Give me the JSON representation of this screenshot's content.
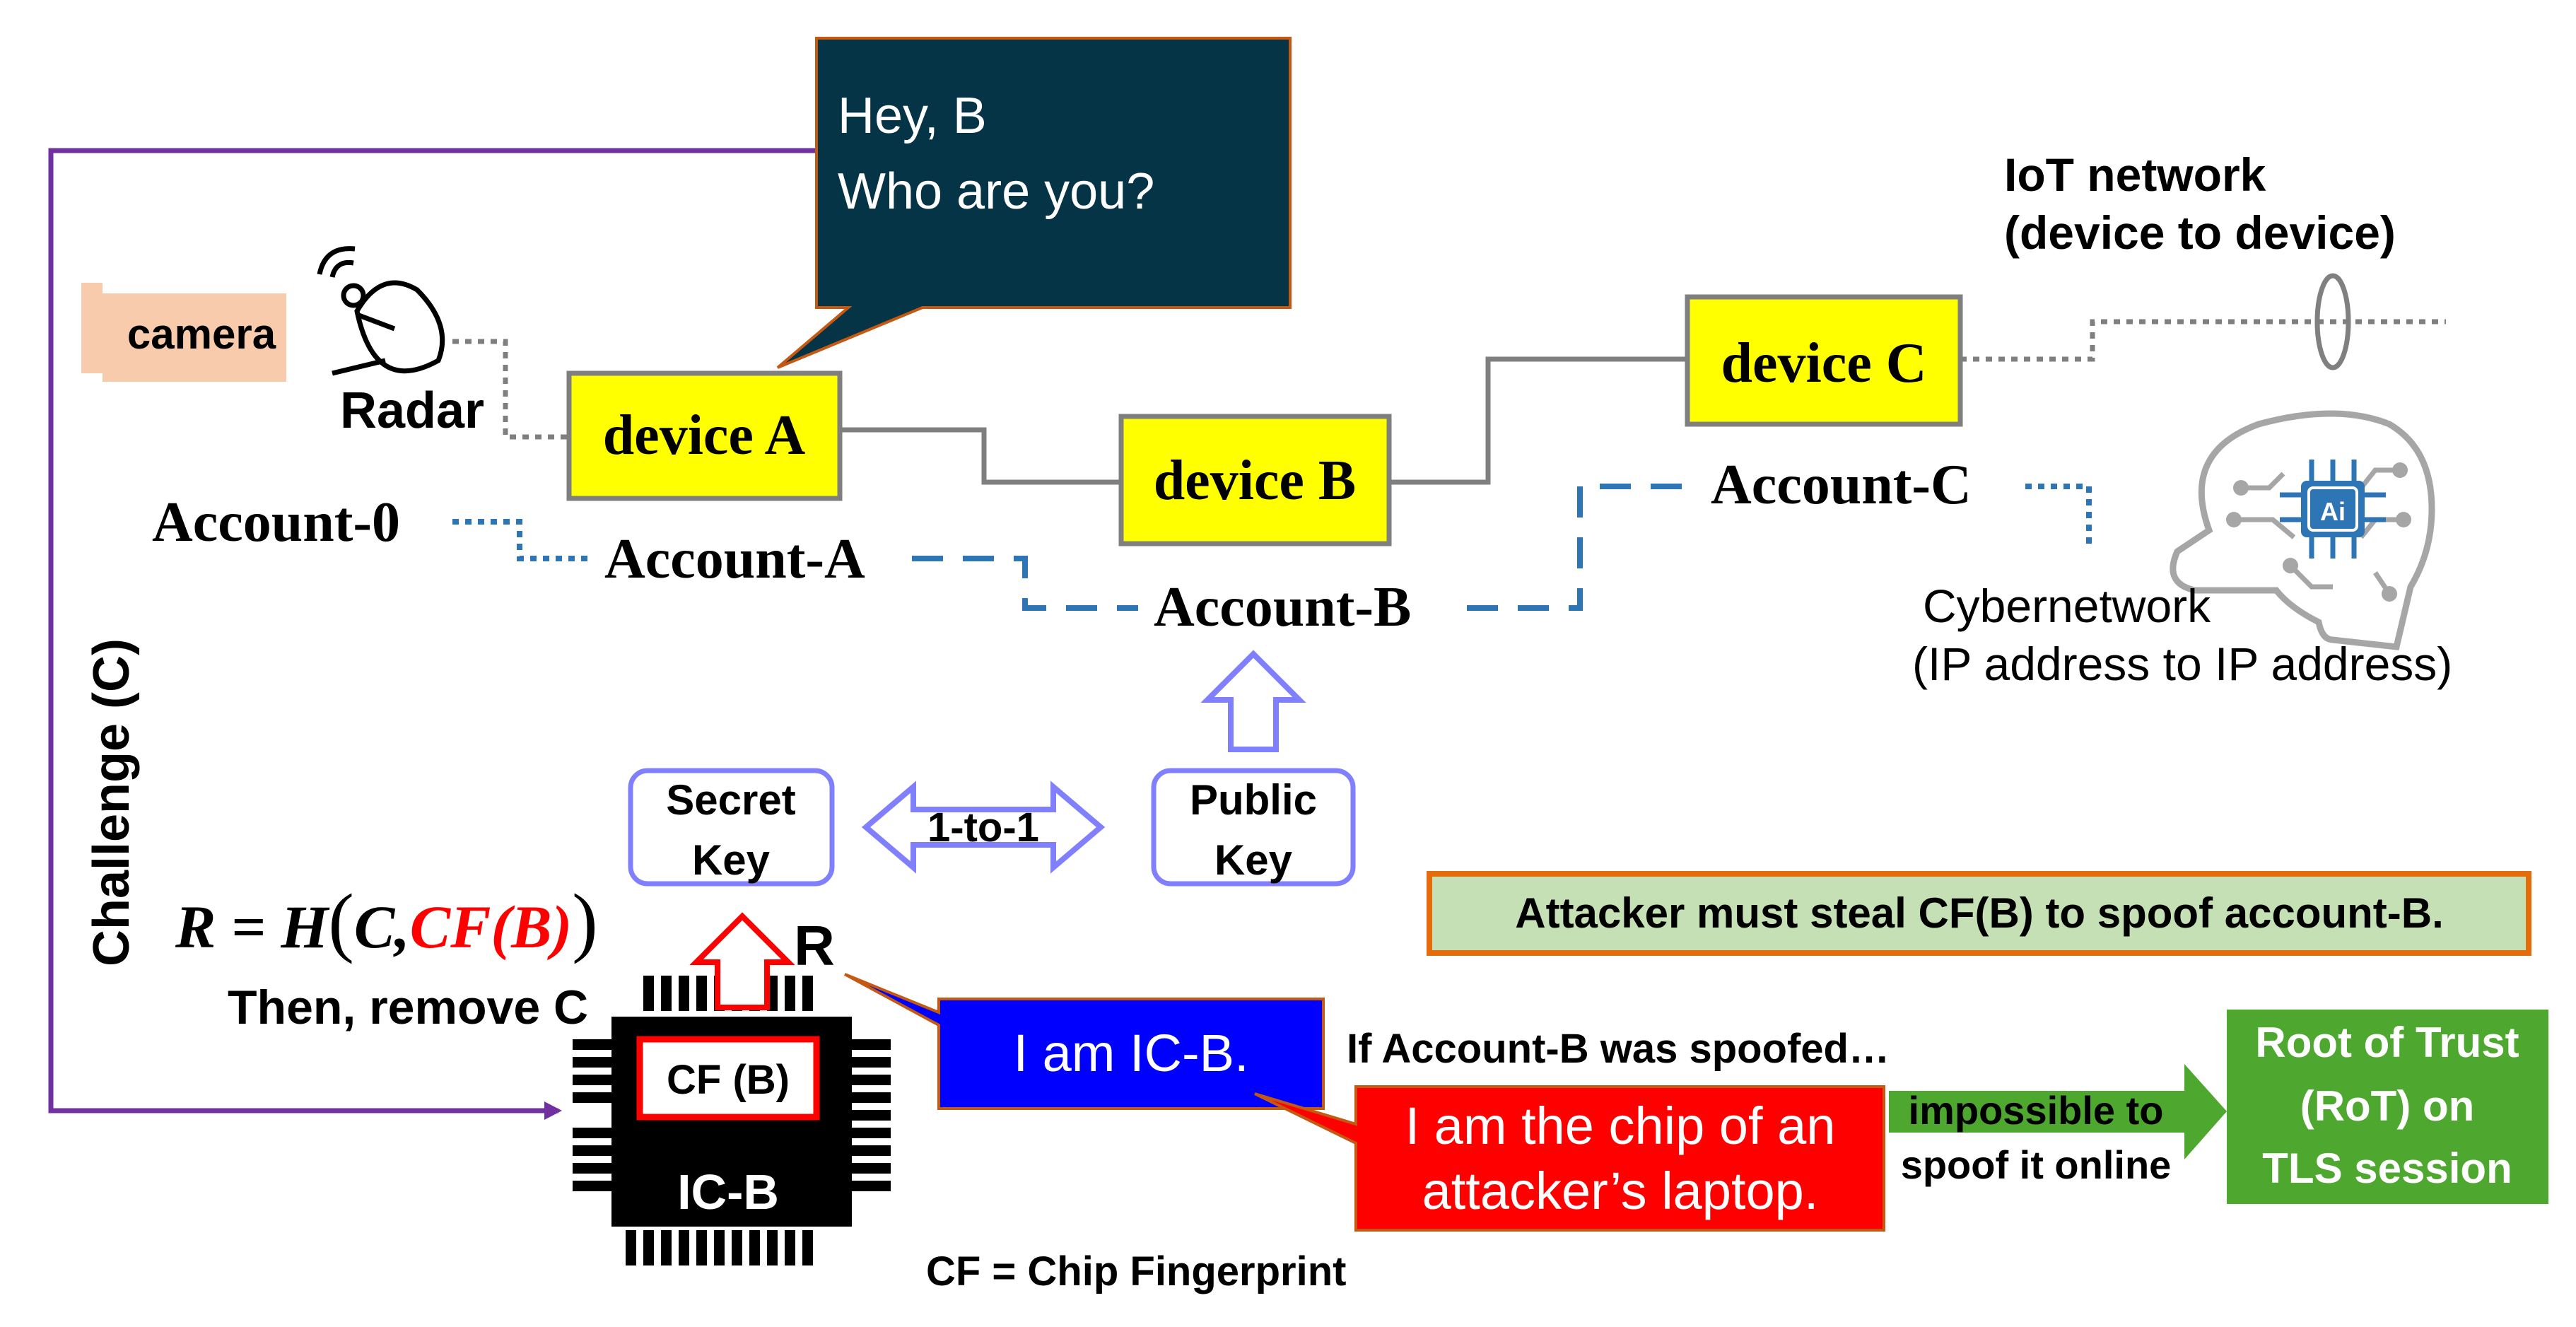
{
  "speech": {
    "line1": "Hey, B",
    "line2": "Who are you?"
  },
  "iot": {
    "line1": "IoT network",
    "line2": "(device to device)"
  },
  "cyber": {
    "line1": "Cybernetwork",
    "line2": "(IP address to IP address)"
  },
  "camera": "camera",
  "radar": "Radar",
  "devices": {
    "a": "device A",
    "b": "device B",
    "c": "device C"
  },
  "accounts": {
    "zero": "Account-0",
    "a": "Account-A",
    "b": "Account-B",
    "c": "Account-C"
  },
  "challenge": "Challenge (C)",
  "secret_key": {
    "line1": "Secret",
    "line2": "Key"
  },
  "public_key": {
    "line1": "Public",
    "line2": "Key"
  },
  "one_to_one": "1-to-1",
  "formula": {
    "lhs": "R = H",
    "c": "C,",
    "cf": "CF(B)"
  },
  "r_label": "R",
  "then_remove": "Then, remove C",
  "cf_box": "CF (B)",
  "ic_label": "IC-B",
  "cf_definition": "CF = Chip Fingerprint",
  "i_am": "I am IC-B.",
  "spoof_note": "If Account-B was spoofed…",
  "attacker_chip": {
    "line1": "I am the chip of an",
    "line2": "attacker’s laptop."
  },
  "impossible": {
    "line1": "impossible to",
    "line2": "spoof it online"
  },
  "rot": {
    "line1": "Root of Trust",
    "line2": "(RoT) on",
    "line3": "TLS session"
  },
  "attacker_note": "Attacker must steal CF(B) to spoof account-B.",
  "ai_chip": "Ai",
  "colors": {
    "device_fill": "#ffff00",
    "speech_fill": "#063447",
    "purple": "#7030a0",
    "blue_dash": "#2e75b6",
    "key_outline": "#8080ff",
    "ic_blue": "#0000ff",
    "attacker_red": "#ff0000",
    "green": "#4ea72e",
    "note_fill": "#c5e0b4",
    "note_border": "#e46c0a",
    "camera_fill": "#f8cbad"
  }
}
